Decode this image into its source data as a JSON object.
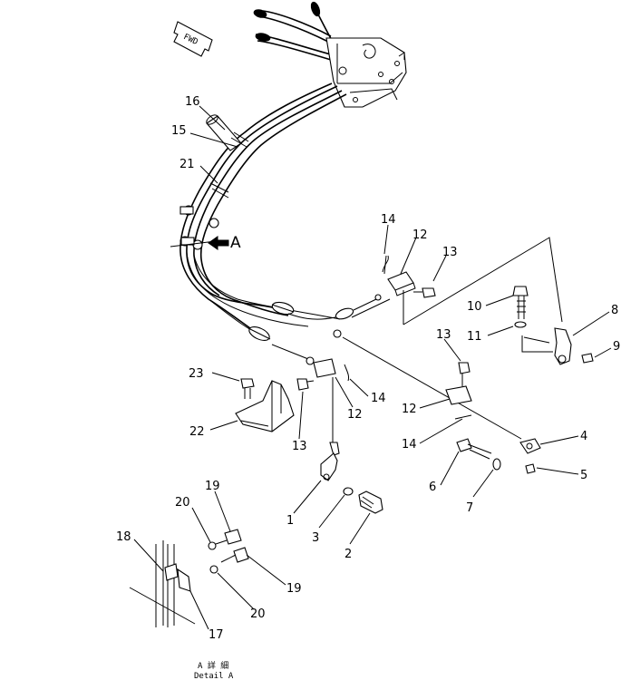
{
  "view_a_label": "A",
  "fwd_label": "FWD",
  "detail": {
    "line1": "A 詳 細",
    "line2": "Detail A"
  },
  "callouts": [
    {
      "id": "c1",
      "text": "1"
    },
    {
      "id": "c2",
      "text": "2"
    },
    {
      "id": "c3",
      "text": "3"
    },
    {
      "id": "c4",
      "text": "4"
    },
    {
      "id": "c5",
      "text": "5"
    },
    {
      "id": "c6",
      "text": "6"
    },
    {
      "id": "c7",
      "text": "7"
    },
    {
      "id": "c8",
      "text": "8"
    },
    {
      "id": "c9",
      "text": "9"
    },
    {
      "id": "c10",
      "text": "10"
    },
    {
      "id": "c11",
      "text": "11"
    },
    {
      "id": "c12a",
      "text": "12"
    },
    {
      "id": "c12b",
      "text": "12"
    },
    {
      "id": "c12c",
      "text": "12"
    },
    {
      "id": "c13a",
      "text": "13"
    },
    {
      "id": "c13b",
      "text": "13"
    },
    {
      "id": "c13c",
      "text": "13"
    },
    {
      "id": "c14a",
      "text": "14"
    },
    {
      "id": "c14b",
      "text": "14"
    },
    {
      "id": "c14c",
      "text": "14"
    },
    {
      "id": "c15",
      "text": "15"
    },
    {
      "id": "c16",
      "text": "16"
    },
    {
      "id": "c17",
      "text": "17"
    },
    {
      "id": "c18",
      "text": "18"
    },
    {
      "id": "c19a",
      "text": "19"
    },
    {
      "id": "c19b",
      "text": "19"
    },
    {
      "id": "c20a",
      "text": "20"
    },
    {
      "id": "c20b",
      "text": "20"
    },
    {
      "id": "c21",
      "text": "21"
    },
    {
      "id": "c22",
      "text": "22"
    },
    {
      "id": "c23",
      "text": "23"
    }
  ]
}
